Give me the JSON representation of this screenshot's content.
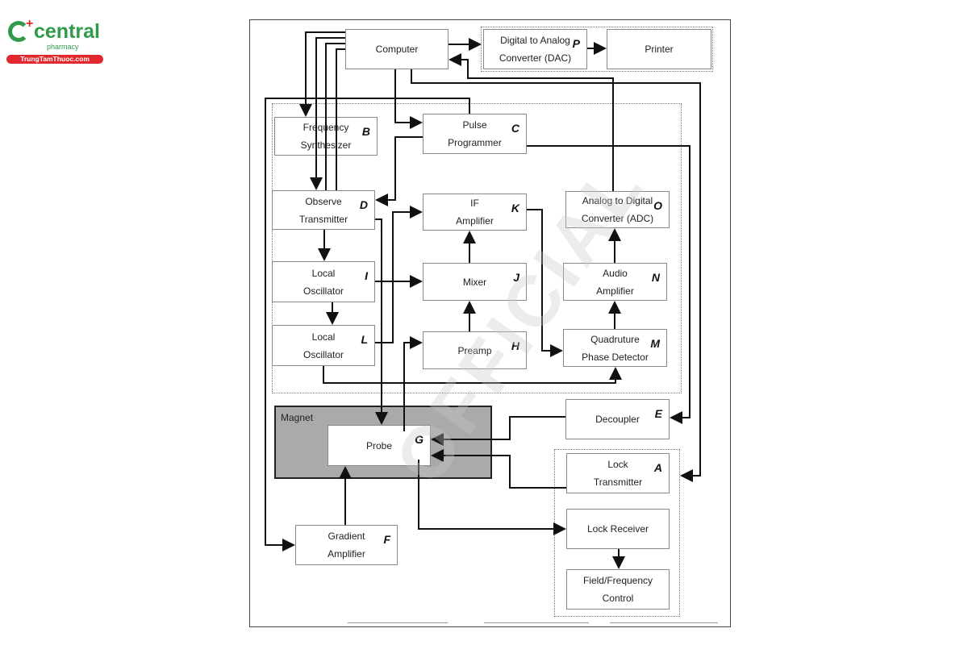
{
  "logo": {
    "name": "central",
    "sub": "pharmacy",
    "site": "TrungTamThuoc.com"
  },
  "watermark": "OFFICIAL",
  "magnet_label": "Magnet",
  "boxes": {
    "computer": {
      "label": "Computer"
    },
    "dac": {
      "label": "Digital to Analog\nConverter (DAC)",
      "letter": "P"
    },
    "printer": {
      "label": "Printer"
    },
    "freq_synth": {
      "label": "Frequency\nSynthesizer",
      "letter": "B"
    },
    "pulse_prog": {
      "label": "Pulse\nProgrammer",
      "letter": "C"
    },
    "observe_tx": {
      "label": "Observe\nTransmitter",
      "letter": "D"
    },
    "if_amp": {
      "label": "IF\nAmplifier",
      "letter": "K"
    },
    "adc": {
      "label": "Analog to Digital\nConverter (ADC)",
      "letter": "O"
    },
    "local_osc_i": {
      "label": "Local\nOscillator",
      "letter": "I"
    },
    "mixer": {
      "label": "Mixer",
      "letter": "J"
    },
    "audio_amp": {
      "label": "Audio\nAmplifier",
      "letter": "N"
    },
    "local_osc_l": {
      "label": "Local\nOscillator",
      "letter": "L"
    },
    "preamp": {
      "label": "Preamp",
      "letter": "H"
    },
    "quad": {
      "label": "Quadruture\nPhase Detector",
      "letter": "M"
    },
    "probe": {
      "label": "Probe",
      "letter": "G"
    },
    "decoupler": {
      "label": "Decoupler",
      "letter": "E"
    },
    "lock_tx": {
      "label": "Lock\nTransmitter",
      "letter": "A"
    },
    "lock_rx": {
      "label": "Lock Receiver"
    },
    "field_freq": {
      "label": "Field/Frequency\nControl"
    },
    "gradient": {
      "label": "Gradient\nAmplifier",
      "letter": "F"
    }
  }
}
